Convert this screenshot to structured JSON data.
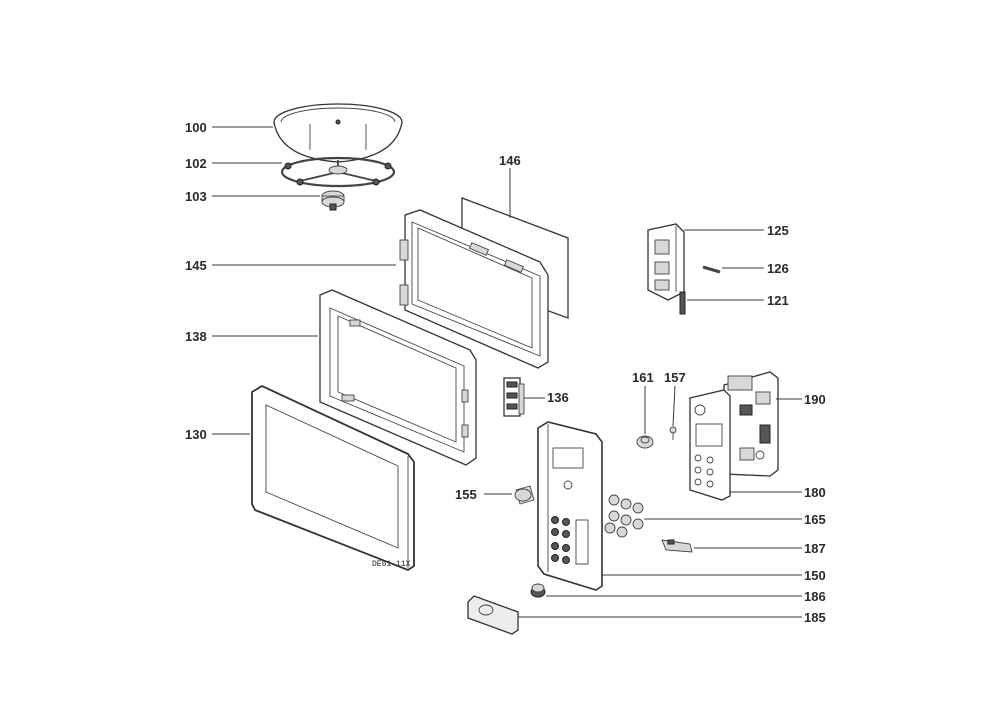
{
  "callouts": [
    {
      "label": "100"
    },
    {
      "label": "102"
    },
    {
      "label": "103"
    },
    {
      "label": "145"
    },
    {
      "label": "138"
    },
    {
      "label": "130"
    },
    {
      "label": "146"
    },
    {
      "label": "136"
    },
    {
      "label": "155"
    },
    {
      "label": "125"
    },
    {
      "label": "126"
    },
    {
      "label": "121"
    },
    {
      "label": "161"
    },
    {
      "label": "157"
    },
    {
      "label": "190"
    },
    {
      "label": "180"
    },
    {
      "label": "165"
    },
    {
      "label": "187"
    },
    {
      "label": "150"
    },
    {
      "label": "186"
    },
    {
      "label": "185"
    }
  ],
  "door_serial_mark": "DE61-11X"
}
